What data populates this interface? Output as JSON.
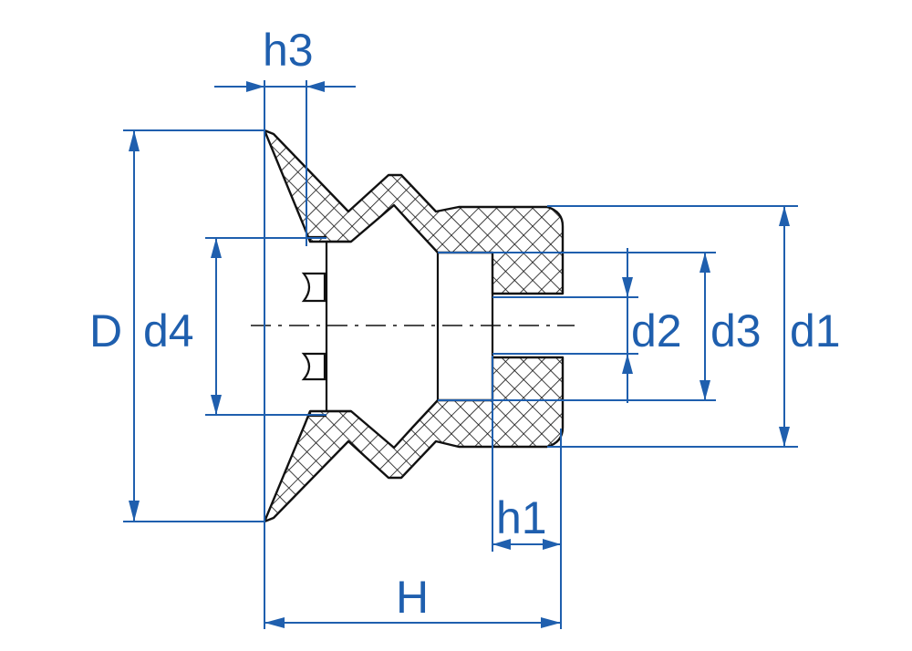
{
  "labels": {
    "h3": "h3",
    "D": "D",
    "d4": "d4",
    "d2": "d2",
    "d3": "d3",
    "d1": "d1",
    "h1": "h1",
    "H": "H"
  },
  "colors": {
    "dimension": "#1f5fae",
    "outline": "#111111"
  }
}
